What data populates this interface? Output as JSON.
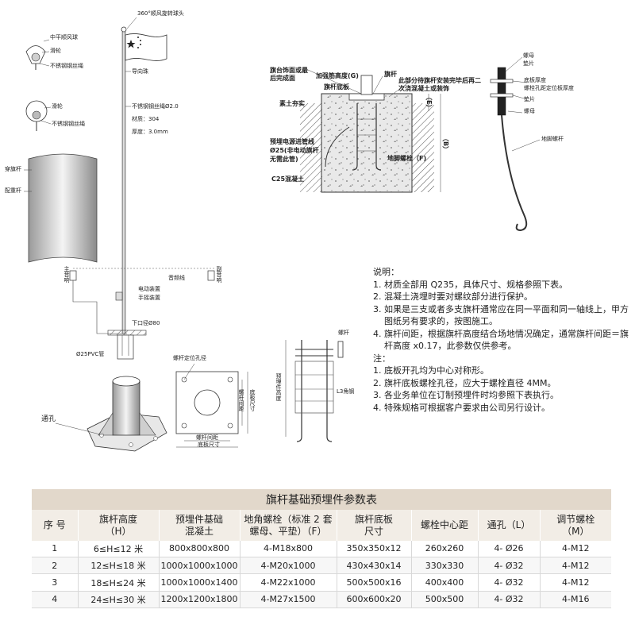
{
  "pole_labels": {
    "ball": "360°顺风旋转球头",
    "guide": "导向珠",
    "cable": "不锈钢钢丝绳Ø2.0",
    "material": "材质：304",
    "thickness": "厚度：3.0mm",
    "mid_ball": "中平顺风球",
    "pulley": "滑轮",
    "steel_rope": "不锈钢钢丝绳",
    "pulley2": "滑轮",
    "steel_rope2": "不锈钢钢丝绳",
    "wear_rod": "穿旗杆",
    "weight_rod": "配重杆",
    "main_speaker": "主音响",
    "sub_speaker": "副音响",
    "audio_line": "音频线",
    "electric": "电动装置",
    "manual": "手摇装置",
    "outlet": "下口径Ø80",
    "pvc": "Ø25PVC管",
    "through_hole": "通孔"
  },
  "plate_labels": {
    "bolt_hole": "螺杆定位孔径",
    "bolt_spacing_v": "螺杆间距",
    "plate_size_v": "底板尺寸",
    "bolt_spacing_h": "螺杆间距",
    "plate_size_h": "底板尺寸",
    "embed_height": "预埋件高度",
    "bolt": "螺杆",
    "l3": "L3角钢"
  },
  "section_labels": {
    "finish": "旗台饰面或最后完成面",
    "flag": "旗杆",
    "base_plate": "旗杆底板",
    "pit_height": "加强筋高度(G)",
    "note": "此部分待旗杆安装完毕后再二次浇混凝土或装饰",
    "soil": "素土夯实",
    "conduit": "预埋电源进管线Ø25(非电动旗杆无需此管)",
    "concrete": "C25混凝土",
    "anchor": "地脚螺栓（F)",
    "dim_e": "（E）",
    "dim_b": "（B）"
  },
  "bolt_labels": {
    "nut": "螺母",
    "washer": "垫片",
    "plate_thick": "底板厚度",
    "bolt_thick": "螺栓孔距定位板厚度",
    "washer2": "垫片",
    "nut2": "螺母",
    "anchor_bolt": "地脚螺杆"
  },
  "notes": {
    "title": "说明：",
    "items": [
      "1. 材质全部用 Q235，具体尺寸、规格参照下表。",
      "2. 混凝土浇埋时要对螺纹部分进行保护。",
      "3. 如果是三支或者多支旗杆通常应在同一平面和同一轴线上，甲方图纸另有要求的，按图施工。",
      "4. 旗杆间距，根据旗杆高度结合场地情况确定，通常旗杆间距＝旗杆高度 x0.17，此参数仅供参考。"
    ],
    "note_title": "注：",
    "note_items": [
      "1. 底板开孔均为中心对称形。",
      "2. 旗杆底板螺栓孔径，应大于螺栓直径 4MM。",
      "3. 各业务单位在订制预埋件时均参照下表执行。",
      "4. 特殊规格可根据客户要求由公司另行设计。"
    ]
  },
  "table": {
    "title": "旗杆基础预埋件参数表",
    "headers": [
      [
        "序  号"
      ],
      [
        "旗杆高度",
        "（H）"
      ],
      [
        "预埋件基础",
        "混凝土"
      ],
      [
        "地角螺栓（标准 2 套",
        "螺母、平垫）（F）"
      ],
      [
        "旗杆底板",
        "尺寸"
      ],
      [
        "螺栓中心距"
      ],
      [
        "通孔（L）"
      ],
      [
        "调节螺栓",
        "（M）"
      ]
    ],
    "rows": [
      [
        "1",
        "6≤H≤12 米",
        "800x800x800",
        "4-M18x800",
        "350x350x12",
        "260x260",
        "4- Ø26",
        "4-M12"
      ],
      [
        "2",
        "12≤H≤18 米",
        "1000x1000x1000",
        "4-M20x1000",
        "430x430x14",
        "330x330",
        "4- Ø32",
        "4-M12"
      ],
      [
        "3",
        "18≤H≤24 米",
        "1000x1000x1400",
        "4-M22x1000",
        "500x500x16",
        "400x400",
        "4- Ø32",
        "4-M12"
      ],
      [
        "4",
        "24≤H≤30 米",
        "1200x1200x1800",
        "4-M27x1500",
        "600x600x20",
        "500x500",
        "4- Ø32",
        "4-M16"
      ]
    ]
  }
}
